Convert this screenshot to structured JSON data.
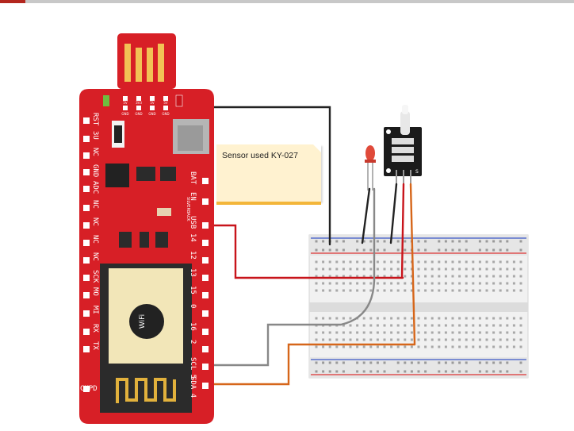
{
  "note": {
    "text": "Sensor used KY-027"
  },
  "board": {
    "usb_labels_top": [
      "5V",
      "3V3",
      "5V",
      "5V"
    ],
    "usb_labels_bottom": [
      "GND",
      "GND",
      "GND",
      "GND"
    ],
    "left_pins": [
      "RST",
      "3U",
      "NC",
      "GND",
      "ADC",
      "NC",
      "NC",
      "NC",
      "NC",
      "SCK",
      "MO",
      "MI",
      "RX",
      "TX",
      "CHPD"
    ],
    "right_pins": [
      "BAT",
      "EN",
      "USB",
      "14",
      "12",
      "13",
      "15",
      "0",
      "16",
      "2",
      "SCL 5",
      "SDA 4"
    ],
    "brand": "SILVERBACK",
    "wifi": "WiFi"
  },
  "sensor": {
    "pin_s": "S"
  },
  "colors": {
    "board": "#d71f26",
    "wire_black": "#222222",
    "wire_red": "#c8141b",
    "wire_grey": "#888888",
    "wire_orange": "#d6661a"
  }
}
